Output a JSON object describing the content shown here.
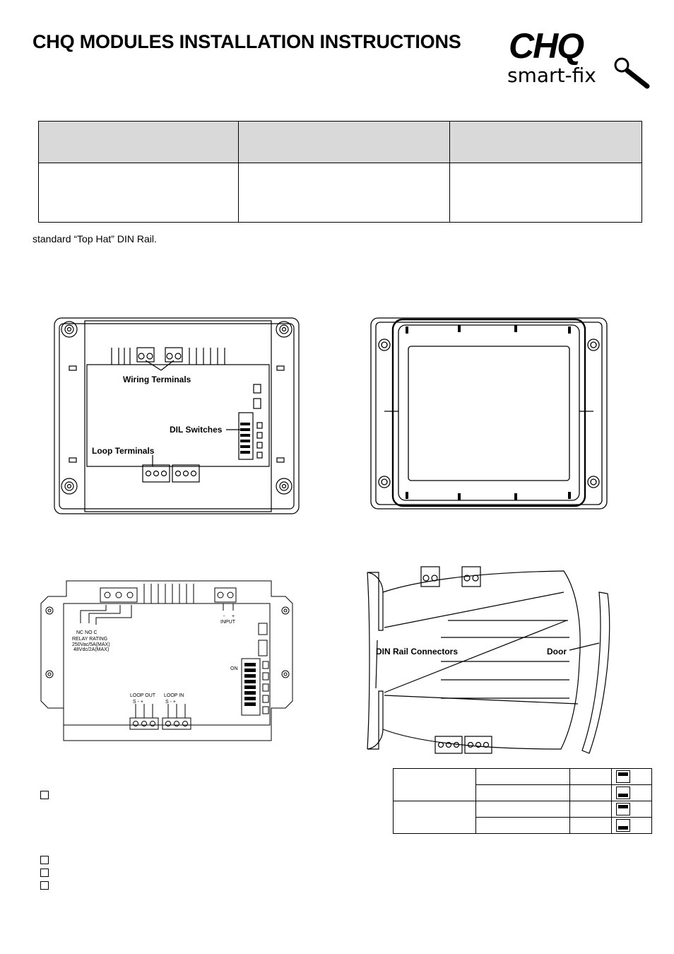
{
  "header": {
    "title": "CHQ MODULES INSTALLATION INSTRUCTIONS"
  },
  "logo": {
    "brand": "CHQ",
    "tagline": "smart-fix"
  },
  "intro_text": "standard “Top Hat” DIN Rail.",
  "diagram_base": {
    "wiring_terminals": "Wiring Terminals",
    "dil_switches": "DIL Switches",
    "loop_terminals": "Loop Terminals"
  },
  "diagram_pcb": {
    "relay_contacts": "NC NO  C",
    "relay_rating": "RELAY RATING",
    "rating_ac": "250Vac/5A(MAX)",
    "rating_dc": "48Vdc/2A(MAX)",
    "input": "INPUT",
    "input_minus": "-",
    "input_plus": "+",
    "loop_out": "LOOP OUT",
    "loop_in": "LOOP IN",
    "loop_out_pins": "S  -  +",
    "loop_in_pins": "S  -  +",
    "on": "ON"
  },
  "diagram_side": {
    "din_rail_connectors": "DIN Rail Connectors",
    "door": "Door"
  },
  "checkbox_icon": "square-checkbox-icon",
  "switch_icons": [
    "switch-up-icon",
    "switch-down-icon",
    "switch-up-icon",
    "switch-down-icon"
  ]
}
